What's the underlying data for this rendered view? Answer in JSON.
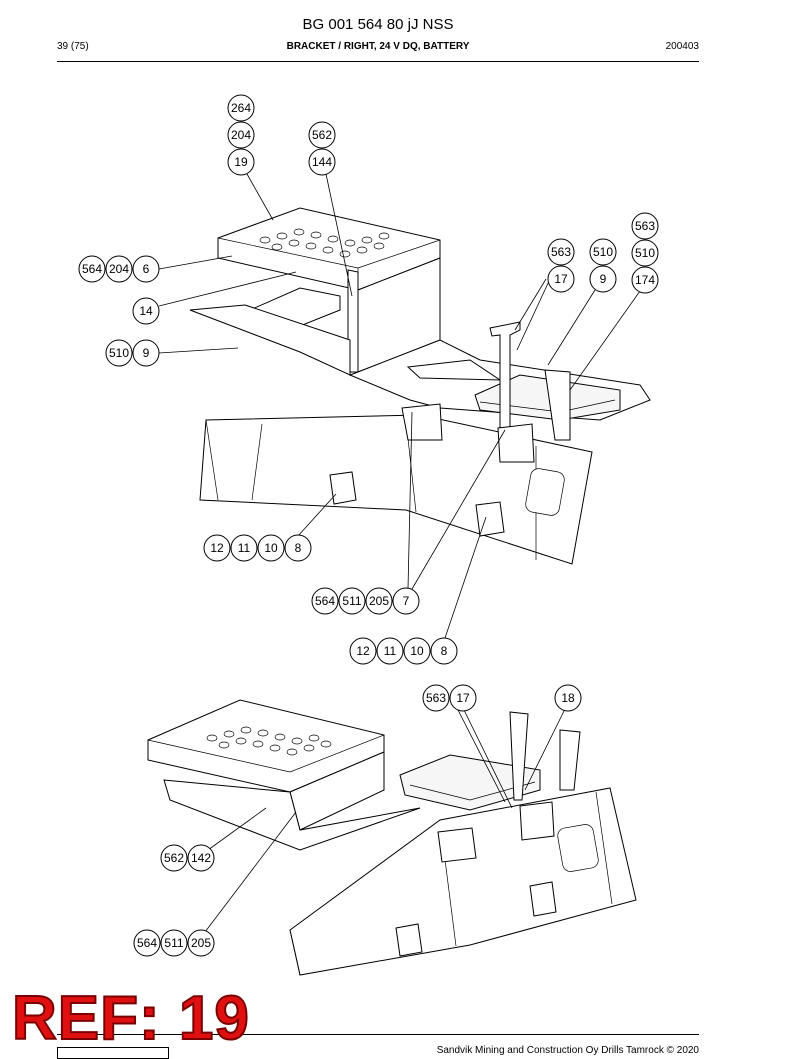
{
  "header": {
    "doc_title": "BG 001 564 80 jJ NSS",
    "page": "39 (75)",
    "subtitle": "BRACKET / RIGHT, 24 V DQ, BATTERY",
    "date_code": "200403"
  },
  "footer": {
    "copyright": "Sandvik Mining and Construction Oy Drills Tamrock © 2020"
  },
  "ref_badge": "REF: 19",
  "callouts": {
    "c264": "264",
    "c204a": "204",
    "c19": "19",
    "c562a": "562",
    "c144": "144",
    "c563a": "563",
    "c510a": "510",
    "c174": "174",
    "c563b": "563",
    "c17a": "17",
    "c510b": "510",
    "c9a": "9",
    "c564a": "564",
    "c204b": "204",
    "c6": "6",
    "c14": "14",
    "c510c": "510",
    "c9b": "9",
    "c12a": "12",
    "c11a": "11",
    "c10a": "10",
    "c8a": "8",
    "c564b": "564",
    "c511a": "511",
    "c205a": "205",
    "c7": "7",
    "c12b": "12",
    "c11b": "11",
    "c10b": "10",
    "c8b": "8",
    "c563c": "563",
    "c17b": "17",
    "c18": "18",
    "c562b": "562",
    "c142": "142",
    "c564c": "564",
    "c511b": "511",
    "c205b": "205"
  }
}
